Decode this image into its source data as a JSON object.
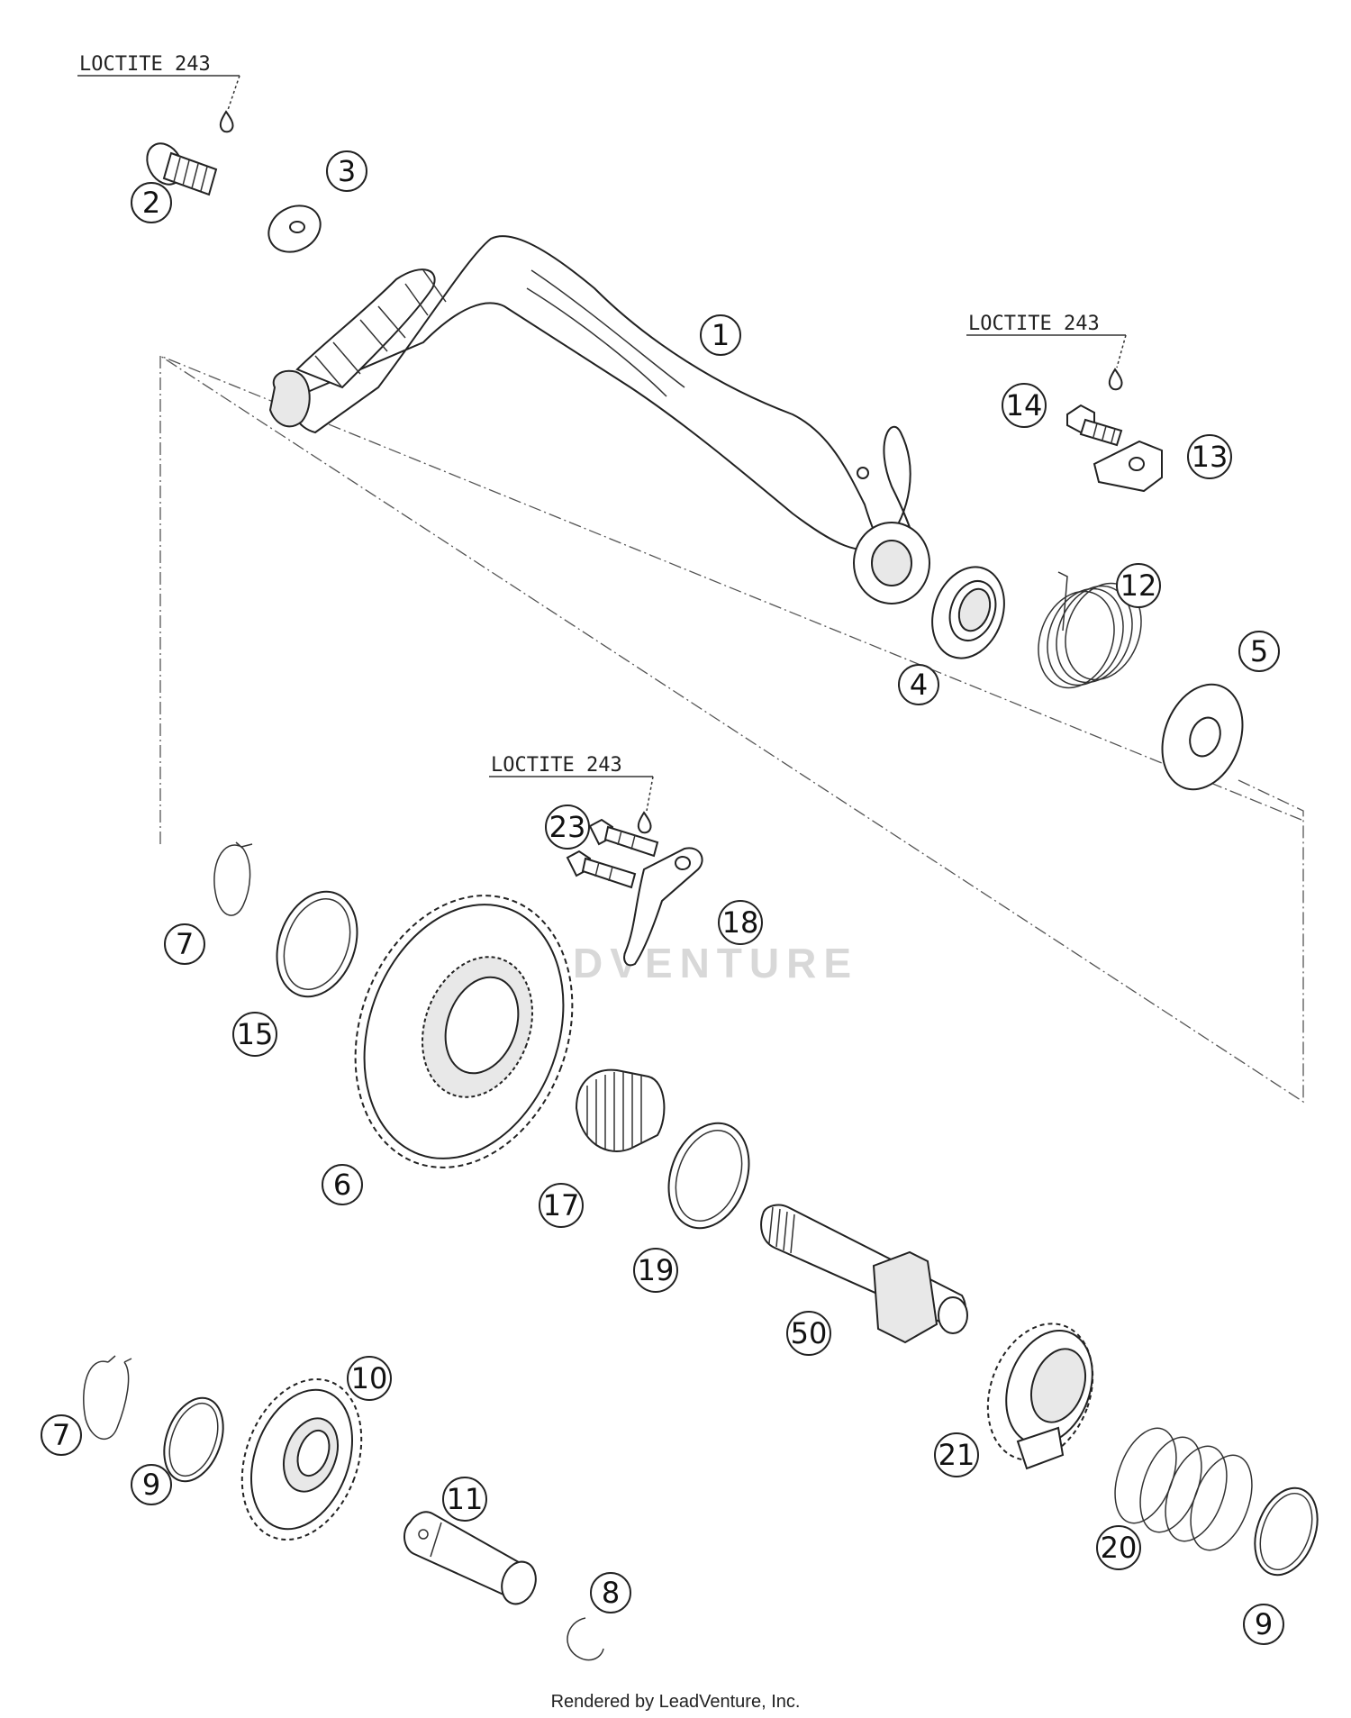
{
  "labels": {
    "loctite": "LOCTITE 243",
    "footer": "Rendered by LeadVenture, Inc.",
    "watermark": "LEADVENTURE"
  },
  "callouts": {
    "p1": "1",
    "p2": "2",
    "p3": "3",
    "p4": "4",
    "p5": "5",
    "p6": "6",
    "p7a": "7",
    "p7b": "7",
    "p8": "8",
    "p9a": "9",
    "p9b": "9",
    "p10": "10",
    "p11": "11",
    "p12": "12",
    "p13": "13",
    "p14": "14",
    "p15": "15",
    "p17": "17",
    "p18": "18",
    "p19": "19",
    "p20": "20",
    "p21": "21",
    "p23": "23",
    "p50": "50"
  }
}
